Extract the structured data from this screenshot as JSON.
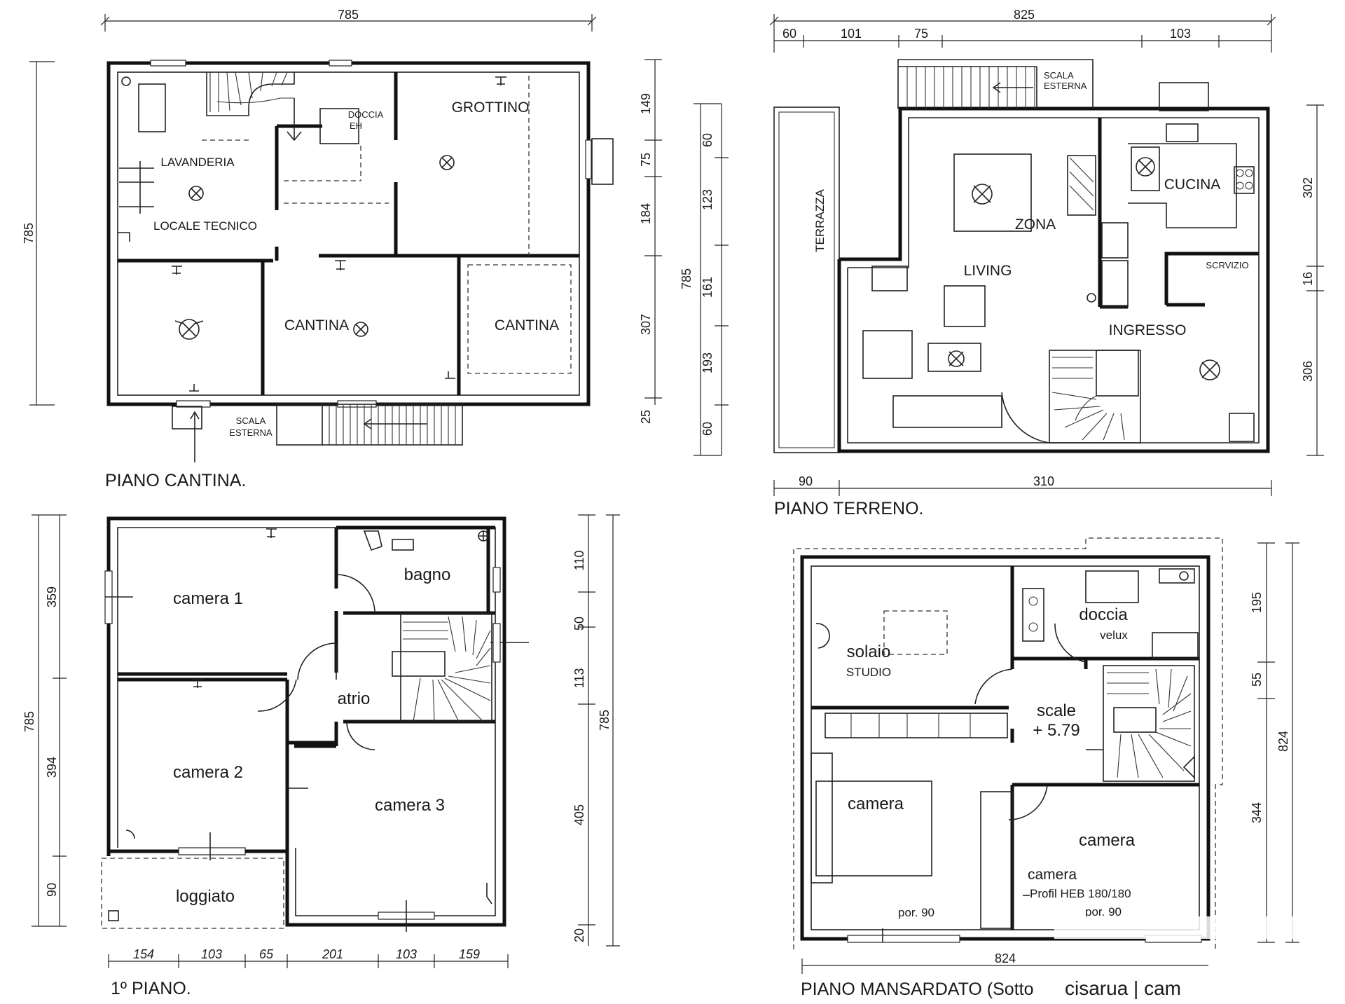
{
  "plans": {
    "cantina": {
      "title": "PIANO CANTINA.",
      "rooms": [
        "LAVANDERIA",
        "LOCALE TECNICO",
        "DOCCIA",
        "EH",
        "GROTTINO",
        "CANTINA",
        "CANTINA",
        "SCALA",
        "ESTERNA"
      ],
      "dims": {
        "top": "785",
        "left": "785",
        "right": [
          "149",
          "75",
          "184",
          "307",
          "25"
        ]
      }
    },
    "terreno": {
      "title": "PIANO TERRENO.",
      "rooms": [
        "TERRAZZA",
        "ZONA",
        "LIVING",
        "CUCINA",
        "SCRVIZIO",
        "INGRESSO",
        "SCALA",
        "ESTERNA"
      ],
      "dims": {
        "top": "825",
        "top_sub": [
          "60",
          "101",
          "75",
          "103"
        ],
        "left_total": "785",
        "left": [
          "60",
          "123",
          "161",
          "193",
          "60"
        ],
        "right": [
          "302",
          "16",
          "306"
        ],
        "bottom": [
          "90",
          "310"
        ]
      }
    },
    "primo": {
      "title": "1º PIANO.",
      "rooms": [
        "camera 1",
        "bagno",
        "atrio",
        "camera 2",
        "camera 3",
        "loggiato"
      ],
      "dims": {
        "left_total": "785",
        "left": [
          "359",
          "394",
          "90"
        ],
        "right": [
          "110",
          "50",
          "113",
          "405",
          "20"
        ],
        "right_total": "785",
        "bottom": [
          "154",
          "103",
          "65",
          "201",
          "103",
          "159"
        ]
      }
    },
    "mansardato": {
      "title": "PIANO MANSARDATO (Sotto",
      "rooms": [
        "solaio",
        "STUDIO",
        "doccia",
        "velux",
        "scale",
        "+ 5.79",
        "camera",
        "camera",
        "camera",
        "Profil HEB 180/180",
        "por. 90",
        "por. 90"
      ],
      "dims": {
        "right": [
          "195",
          "55",
          "344"
        ],
        "right_total": "824",
        "bottom": "824"
      }
    }
  },
  "watermark": "cisarua | cam"
}
